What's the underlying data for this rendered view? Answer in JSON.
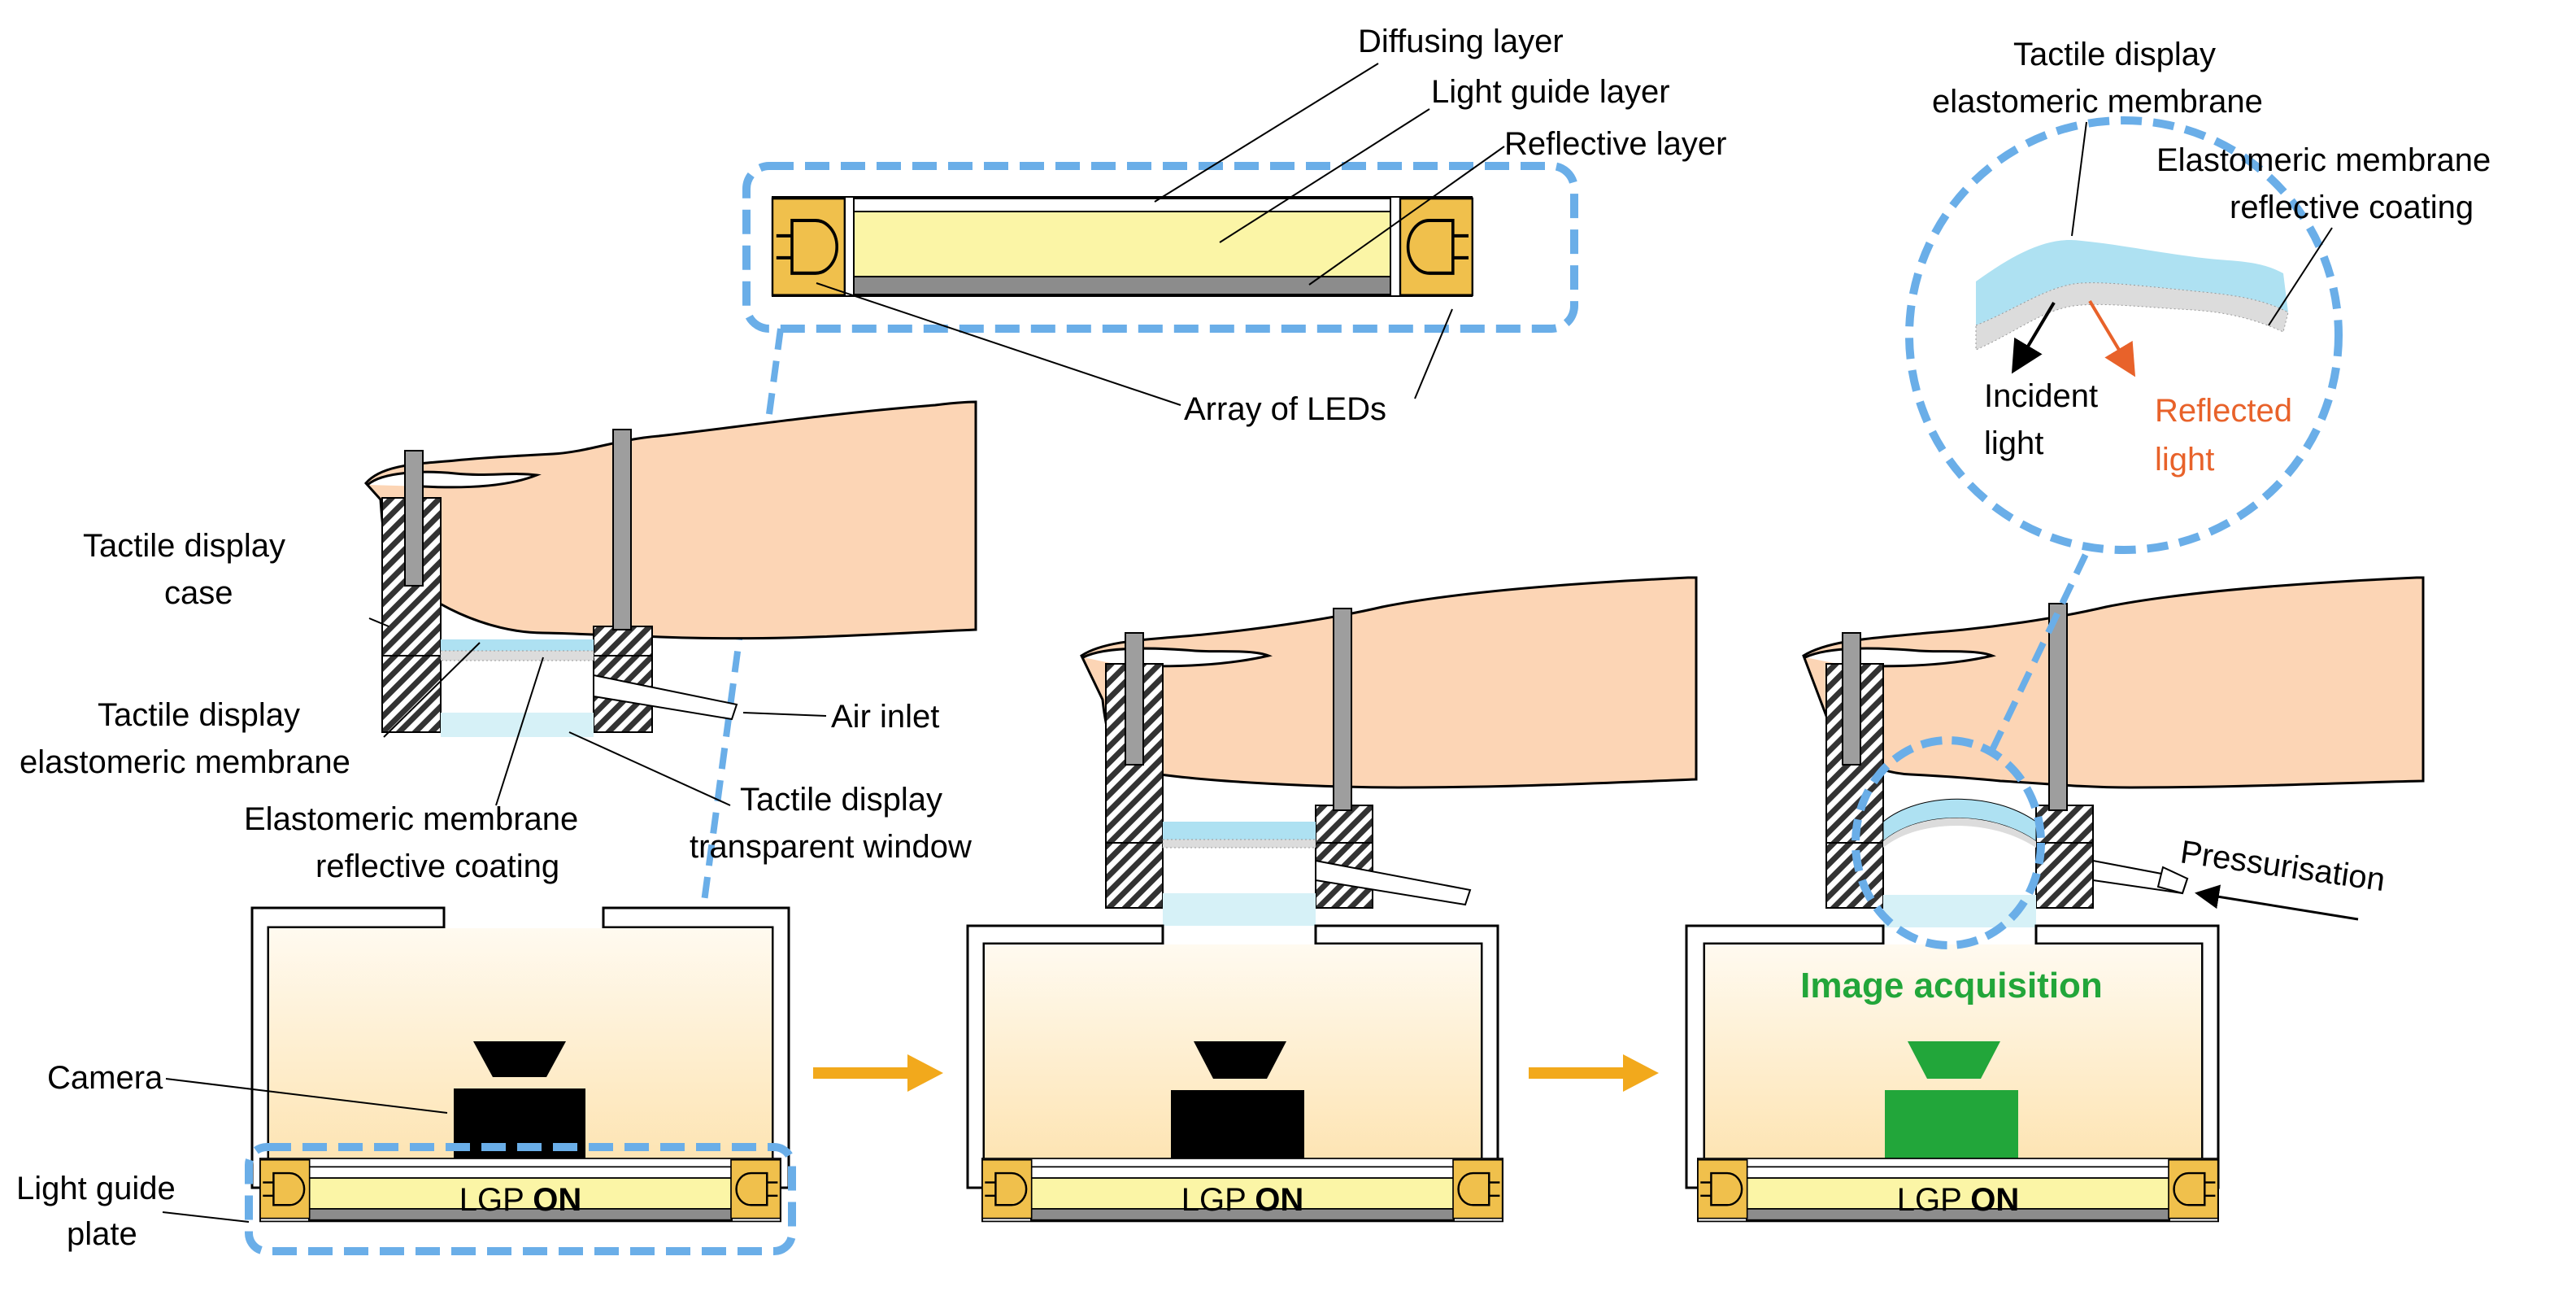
{
  "colors": {
    "skin": "#fcd5b5",
    "case_fill": "#ffffff",
    "hatch": "#333333",
    "pin": "#9e9e9e",
    "membrane": "#aee1f2",
    "coating": "#dcdcdc",
    "window": "#d6f1f7",
    "light_guide": "#fbf5a6",
    "reflective": "#8c8c8c",
    "led": "#f0c04c",
    "box_glow_top": "#fff7e6",
    "box_glow_bottom": "#fde3b0",
    "camera": "#000000",
    "camera_active": "#22a63a",
    "zoom_outline": "#6aaee8",
    "arrow": "#f2a91c",
    "reflected": "#e8622a",
    "acquisition_text": "#22a63a"
  },
  "icons": [
    "led-icon",
    "camera-icon",
    "finger-icon",
    "arrow-right-icon"
  ],
  "labels": {
    "diffusing_layer": "Diffusing layer",
    "light_guide_layer": "Light guide layer",
    "reflective_layer": "Reflective layer",
    "array_of_leds": "Array of LEDs",
    "case_line1": "Tactile display",
    "case_line2": "case",
    "membrane_line1": "Tactile display",
    "membrane_line2": "elastomeric membrane",
    "coating_line1": "Elastomeric membrane",
    "coating_line2": "reflective coating",
    "window_line1": "Tactile display",
    "window_line2": "transparent window",
    "air_inlet": "Air inlet",
    "camera": "Camera",
    "lgp_line1": "Light guide",
    "lgp_line2": "plate",
    "lgp_prefix": "LGP",
    "lgp_state": "ON",
    "pressurisation": "Pressurisation",
    "image_acquisition": "Image acquisition",
    "zoom_membrane_line1": "Tactile display",
    "zoom_membrane_line2": "elastomeric membrane",
    "zoom_coating_line1": "Elastomeric membrane",
    "zoom_coating_line2": "reflective coating",
    "incident_line1": "Incident",
    "incident_line2": "light",
    "reflected_line1": "Reflected",
    "reflected_line2": "light"
  }
}
